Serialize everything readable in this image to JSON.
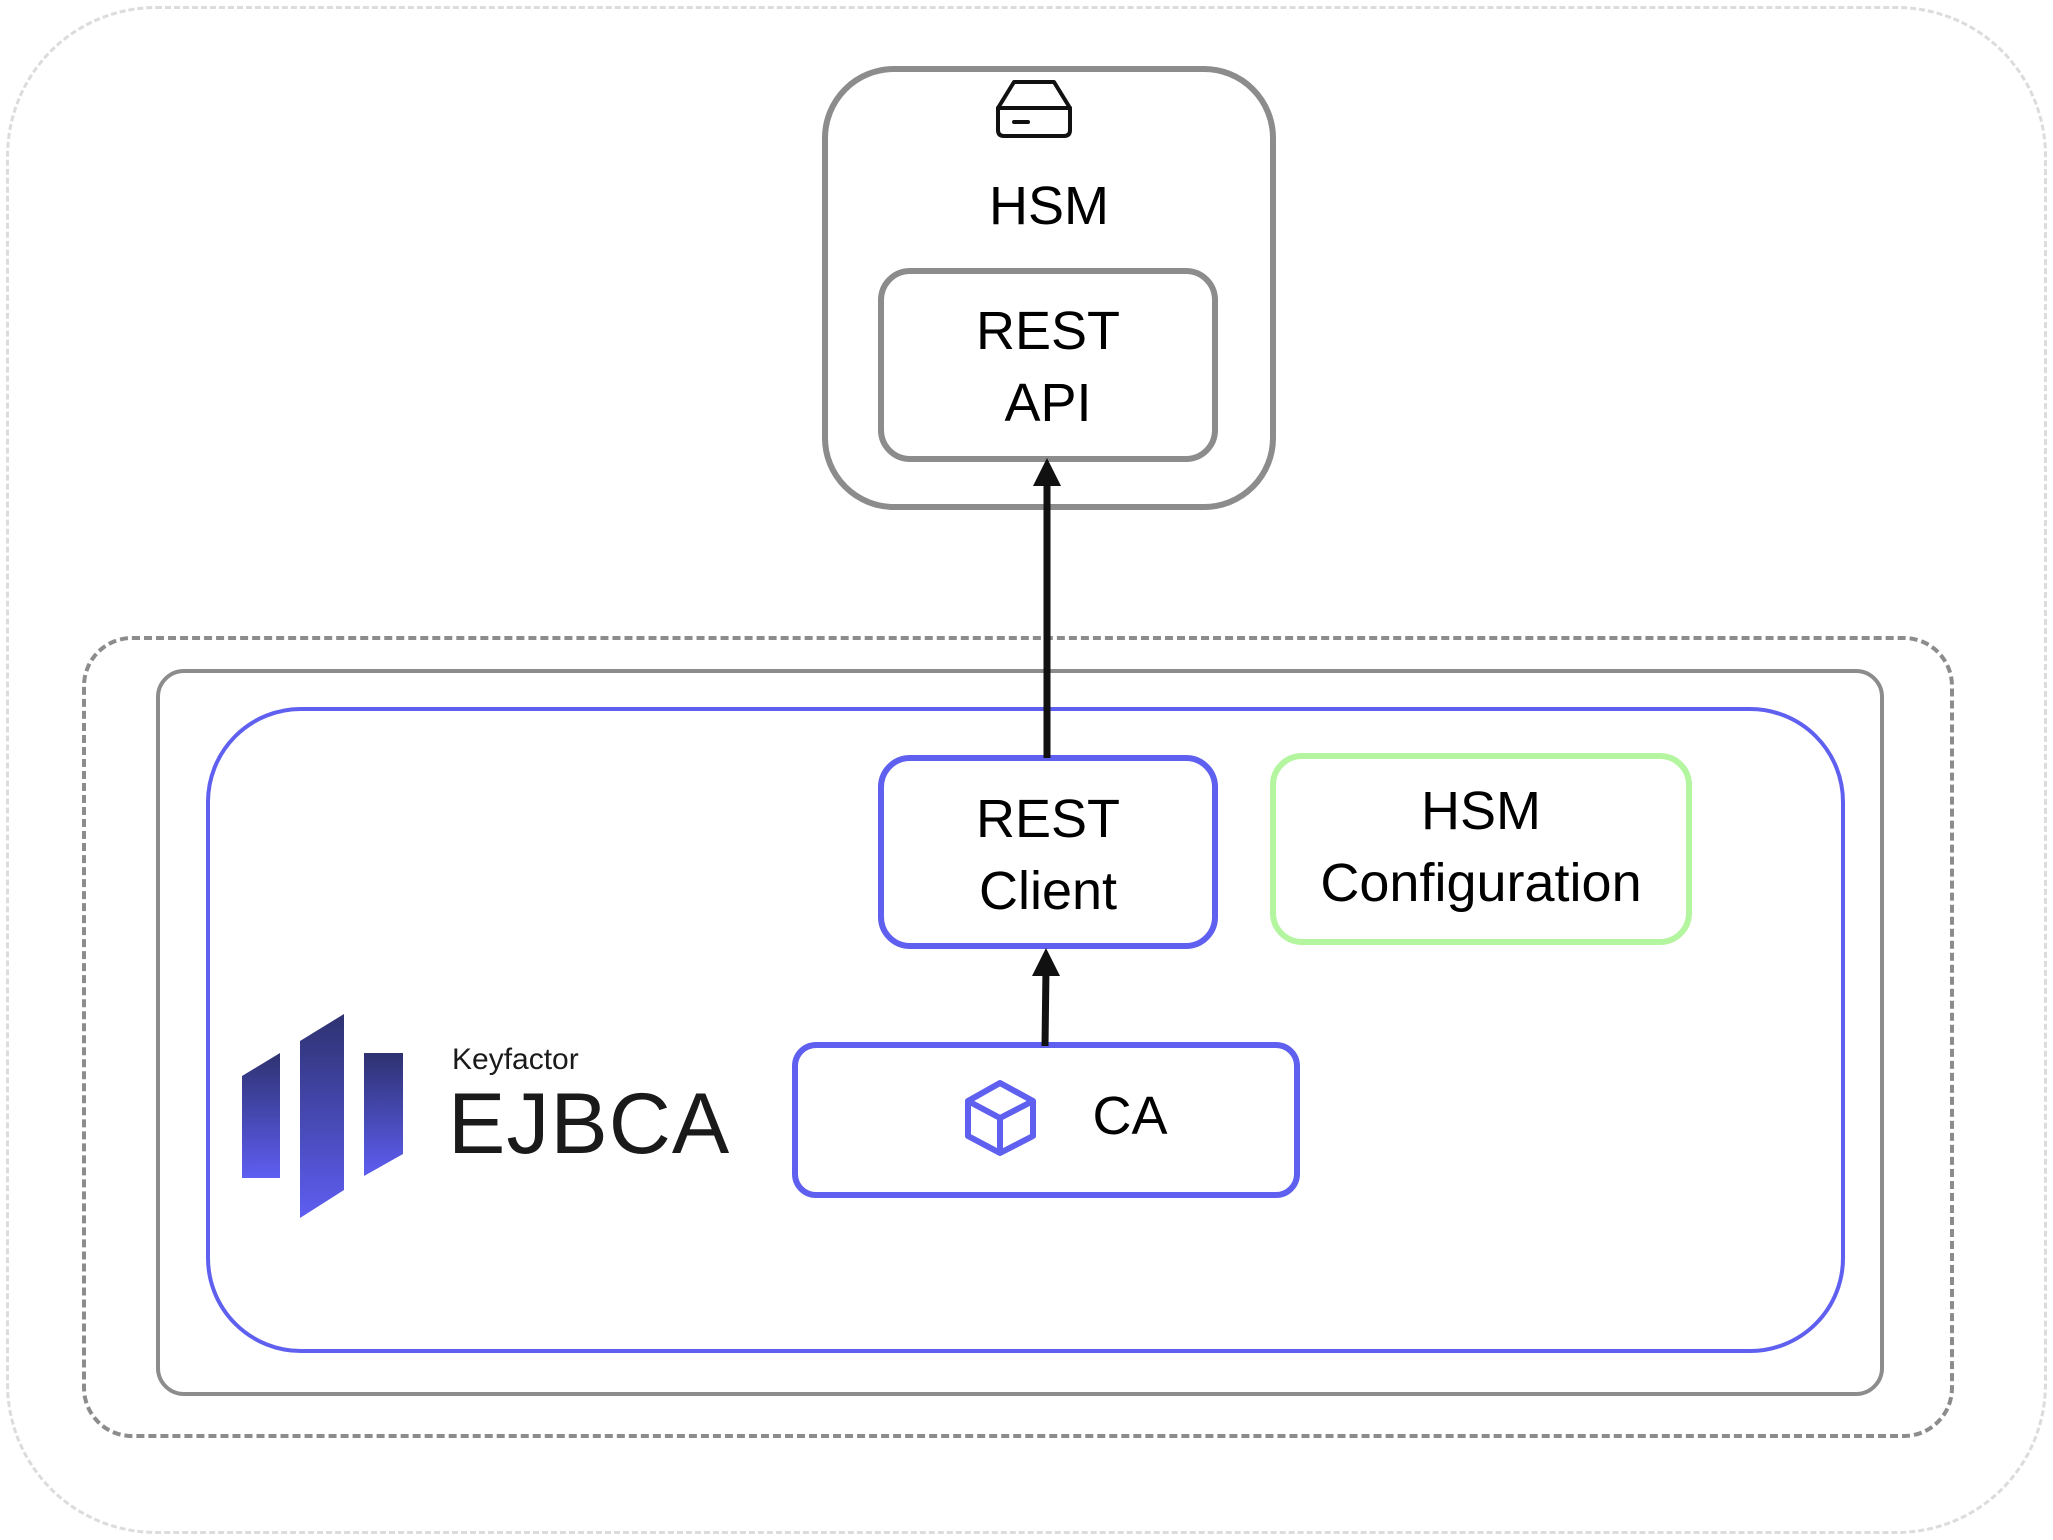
{
  "hsm": {
    "title": "HSM",
    "icon": "drive-icon",
    "rest_api": {
      "line1": "REST",
      "line2": "API"
    }
  },
  "ejbca": {
    "logo": {
      "brand": "Keyfactor",
      "product": "EJBCA"
    },
    "rest_client": {
      "line1": "REST",
      "line2": "Client"
    },
    "hsm_configuration": {
      "line1": "HSM",
      "line2": "Configuration"
    },
    "ca": {
      "label": "CA",
      "icon": "cube-icon"
    }
  },
  "colors": {
    "gray_border": "#8c8c8c",
    "light_dashed": "#dcdcdc",
    "blue_accent": "#6060f0",
    "green_accent": "#b4f5a0",
    "arrow": "#111111"
  }
}
